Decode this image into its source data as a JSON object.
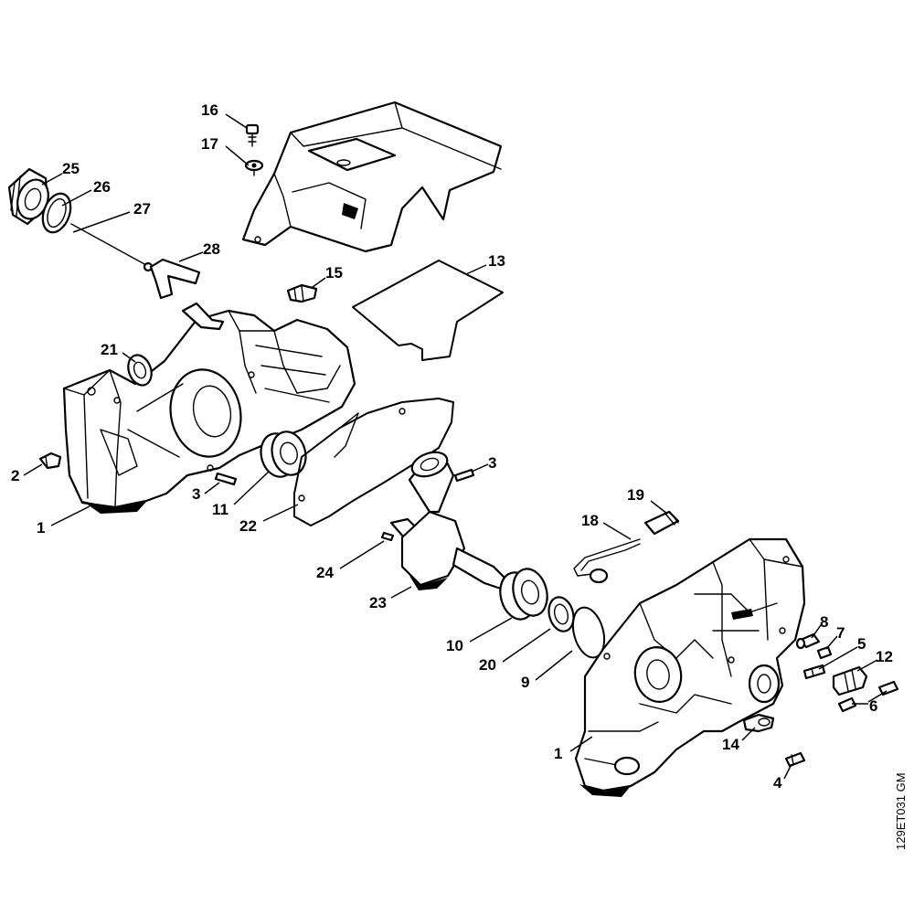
{
  "diagram": {
    "reference_code": "129ET031 GM",
    "callouts": [
      {
        "id": "c16",
        "label": "16"
      },
      {
        "id": "c17",
        "label": "17"
      },
      {
        "id": "c25",
        "label": "25"
      },
      {
        "id": "c26",
        "label": "26"
      },
      {
        "id": "c27",
        "label": "27"
      },
      {
        "id": "c28",
        "label": "28"
      },
      {
        "id": "c15",
        "label": "15"
      },
      {
        "id": "c13",
        "label": "13"
      },
      {
        "id": "c21",
        "label": "21"
      },
      {
        "id": "c2",
        "label": "2"
      },
      {
        "id": "c3a",
        "label": "3"
      },
      {
        "id": "c11",
        "label": "11"
      },
      {
        "id": "c1a",
        "label": "1"
      },
      {
        "id": "c22",
        "label": "22"
      },
      {
        "id": "c3b",
        "label": "3"
      },
      {
        "id": "c19",
        "label": "19"
      },
      {
        "id": "c18",
        "label": "18"
      },
      {
        "id": "c24",
        "label": "24"
      },
      {
        "id": "c23",
        "label": "23"
      },
      {
        "id": "c10",
        "label": "10"
      },
      {
        "id": "c20",
        "label": "20"
      },
      {
        "id": "c9",
        "label": "9"
      },
      {
        "id": "c8",
        "label": "8"
      },
      {
        "id": "c7",
        "label": "7"
      },
      {
        "id": "c5",
        "label": "5"
      },
      {
        "id": "c12",
        "label": "12"
      },
      {
        "id": "c6",
        "label": "6"
      },
      {
        "id": "c14",
        "label": "14"
      },
      {
        "id": "c1b",
        "label": "1"
      },
      {
        "id": "c4",
        "label": "4"
      }
    ]
  }
}
